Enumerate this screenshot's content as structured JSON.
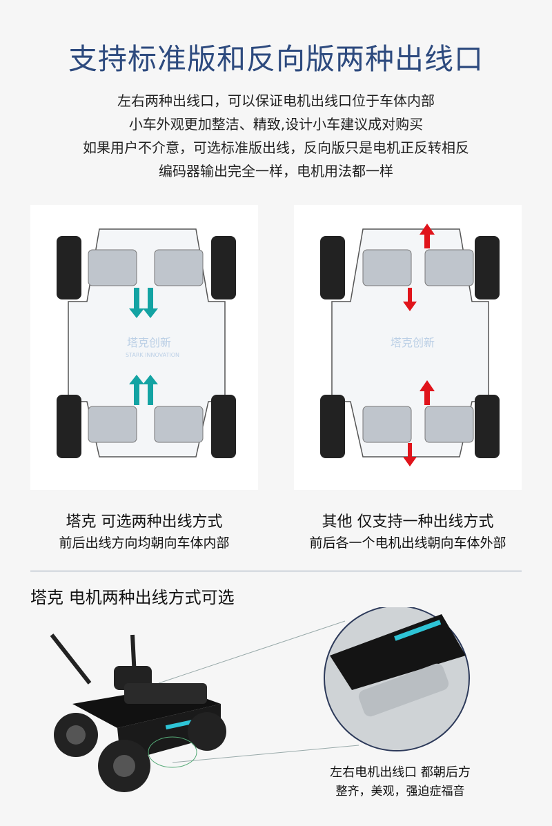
{
  "title": "支持标准版和反向版两种出线口",
  "intro": [
    "左右两种出线口，可以保证电机出线口位于车体内部",
    "小车外观更加整洁、精致,设计小车建议成对购买",
    "如果用户不介意，可选标准版出线，反向版只是电机正反转相反",
    "编码器输出完全一样，电机用法都一样"
  ],
  "watermark": {
    "cn": "塔克创新",
    "en": "STARK INNOVATION"
  },
  "left_panel": {
    "caption": "塔克 可选两种出线方式",
    "sub": "前后出线方向均朝向车体内部",
    "arrow_color": "#13a3a3"
  },
  "right_panel": {
    "caption": "其他 仅支持一种出线方式",
    "sub": "前后各一个电机出线朝向车体外部",
    "arrow_color": "#e0141b"
  },
  "section": {
    "title": "塔克 电机两种出线方式可选",
    "zoom_caption": "左右电机出线口 都朝后方",
    "zoom_sub": "整齐，美观，强迫症福音"
  },
  "colors": {
    "title": "#2d4a7e",
    "accent": "#2ec4d6"
  }
}
